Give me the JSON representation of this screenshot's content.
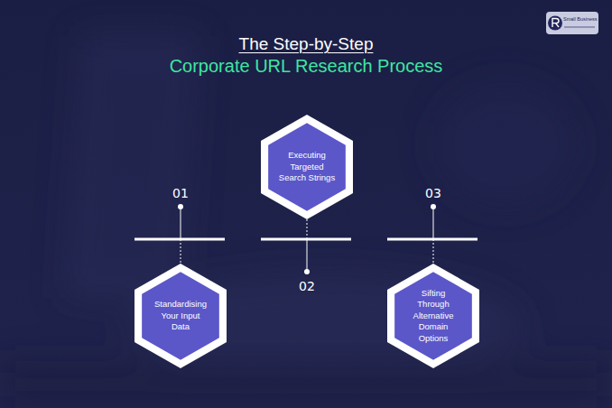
{
  "diagram": {
    "title": "The Step-by-Step",
    "nodes": [
      {
        "text": [
          "Standardising Your Input Data"
        ]
      },
      {
        "text": [
          "Executing Targeted Search Strings"
        ]
      },
      {
        "text": [
          "Sifting Through Alternative Domain Options"
        ]
      }
    ],
    "labels": [
      "Corporate URL Research Process",
      "01",
      "02",
      "03",
      "Small Business"
    ]
  }
}
